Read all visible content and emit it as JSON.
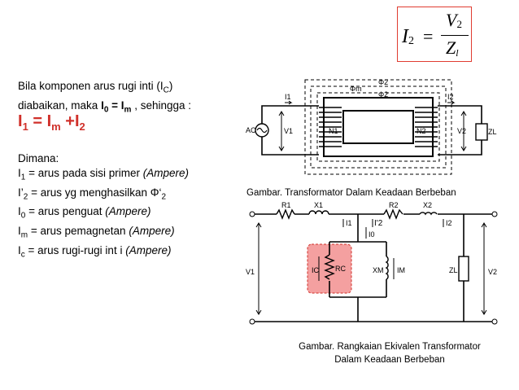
{
  "formula": {
    "lhs": "I",
    "lhs_sub": "2",
    "eq": "=",
    "num": "V",
    "num_sub": "2",
    "den": "Z",
    "den_sub": "l"
  },
  "intro": {
    "line1_prefix": "Bila komponen arus rugi inti (I",
    "line1_sub": "C",
    "line1_suffix": ")",
    "line2_prefix": "diabaikan, maka ",
    "line2_bold": "I",
    "line2_bold_sub": "0",
    "line2_eq": " = I",
    "line2_eq_sub": "m",
    "line2_suffix": " , sehingga :"
  },
  "main_equation": {
    "a": "I",
    "a_sub": "1",
    "b": " = I",
    "b_sub": "m",
    "c": " +I",
    "c_sub": "2"
  },
  "dimana": {
    "title": "Dimana:",
    "rows": [
      {
        "sym": "I",
        "sub": "1",
        "text": " = arus pada sisi primer  ",
        "unit": "(Ampere)"
      },
      {
        "sym": "I’",
        "sub": "2",
        "text": " =    arus yg menghasilkan Φ‘",
        "sub2": "2",
        "unit": ""
      },
      {
        "sym": "I",
        "sub": "0",
        "text": " = arus penguat  ",
        "unit": "(Ampere)"
      },
      {
        "sym": "I",
        "sub": "m",
        "text": " = arus pemagnetan  ",
        "unit": "(Ampere)"
      },
      {
        "sym": "I",
        "sub": "c",
        "text": " = arus rugi-rugi int i  ",
        "unit": "(Ampere)"
      }
    ]
  },
  "diagram1": {
    "labels": {
      "i1": "I1",
      "i2": "I2",
      "ac": "AC",
      "v1": "V1",
      "n1": "N1",
      "n2": "N2",
      "v2": "V2",
      "zl": "ZL",
      "phi_m": "Φm",
      "phi2": "Φ2",
      "phi2b": "Φ2"
    },
    "caption": "Gambar.  Transformator Dalam Keadaan Berbeban"
  },
  "diagram2": {
    "labels": {
      "r1": "R1",
      "x1": "X1",
      "r2": "R2",
      "x2": "X2",
      "i1": "I1",
      "i2p": "I'2",
      "i2": "I2",
      "i0": "I0",
      "ic": "IC",
      "rc": "RC",
      "xm": "XM",
      "im": "IM",
      "zl": "ZL",
      "v1": "V1",
      "v2": "V2"
    },
    "caption_line1": "Gambar. Rangkaian Ekivalen Transformator",
    "caption_line2": "Dalam Keadaan Berbeban",
    "highlight_color": "#f08080"
  }
}
